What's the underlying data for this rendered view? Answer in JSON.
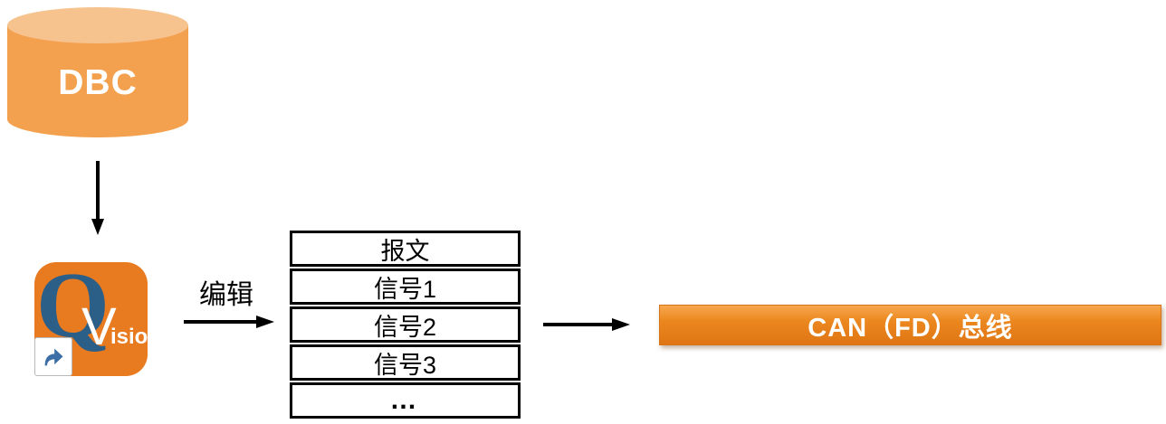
{
  "diagram": {
    "database": {
      "label": "DBC"
    },
    "app": {
      "q_letter": "Q",
      "v_letter": "V",
      "name_suffix": "ision"
    },
    "edit_step": {
      "label": "编辑"
    },
    "message_table": {
      "rows": [
        "报文",
        "信号1",
        "信号2",
        "信号3",
        "…"
      ]
    },
    "bus": {
      "label": "CAN（FD）总线"
    },
    "colors": {
      "cylinder_body": "#F4A14F",
      "cylinder_top": "#F6C28E",
      "icon_orange": "#E87A20",
      "icon_blue": "#2C5F88",
      "shortcut_blue": "#3A6EA5",
      "bus_top": "#F7A84F",
      "bus_main": "#EC8820",
      "bus_dark": "#DF7513",
      "arrow_black": "#000000"
    }
  }
}
